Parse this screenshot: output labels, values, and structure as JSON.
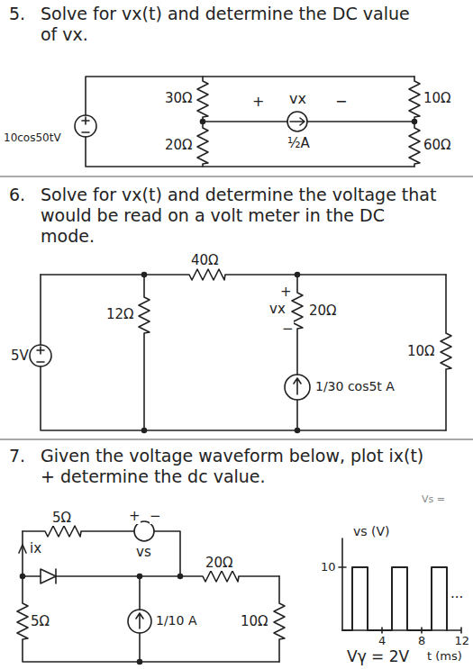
{
  "diagram": {
    "labels": [
      "5.",
      "Solve for vx(t) and determine the DC value of vx.",
      "10cos50tV",
      "30Ω",
      "20Ω",
      "+",
      "vx",
      "−",
      "½A",
      "10Ω",
      "60Ω",
      "6.",
      "Solve for vx(t) and determine the voltage that would be read on a volt meter in the DC mode.",
      "40Ω",
      "12Ω",
      "+",
      "vx",
      "20Ω",
      "−",
      "5V",
      "1/30 cos5t A",
      "10Ω",
      "7.",
      "Given the voltage waveform below, plot ix(t) + determine the dc value.",
      "Vs =",
      "ix",
      "5Ω",
      "+",
      "−",
      "vs",
      "20Ω",
      "5Ω",
      "1/10 A",
      "10Ω",
      "vs (V)",
      "10",
      "4",
      "8",
      "12",
      "t (ms)",
      "...",
      "Vγ = 2V"
    ]
  }
}
